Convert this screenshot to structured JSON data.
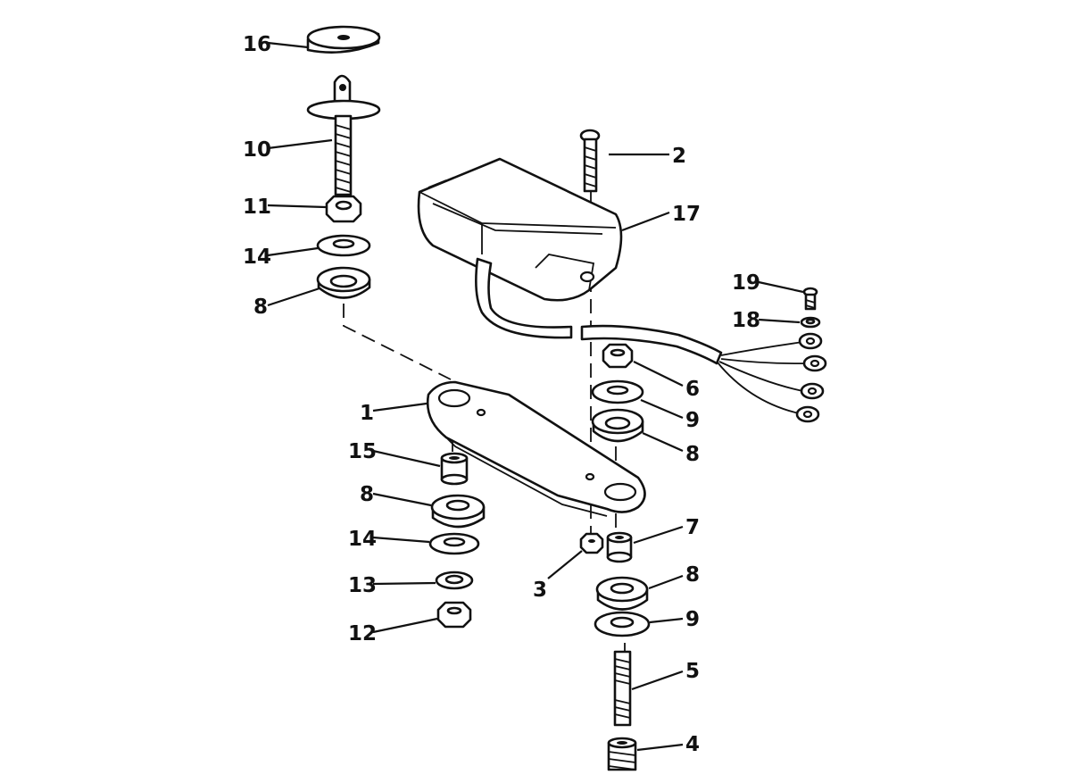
{
  "diagram": {
    "callouts": [
      {
        "id": "callout-1",
        "label": "1"
      },
      {
        "id": "callout-2",
        "label": "2"
      },
      {
        "id": "callout-3",
        "label": "3"
      },
      {
        "id": "callout-4",
        "label": "4"
      },
      {
        "id": "callout-5",
        "label": "5"
      },
      {
        "id": "callout-6",
        "label": "6"
      },
      {
        "id": "callout-7",
        "label": "7"
      },
      {
        "id": "callout-8a",
        "label": "8"
      },
      {
        "id": "callout-8b",
        "label": "8"
      },
      {
        "id": "callout-8c",
        "label": "8"
      },
      {
        "id": "callout-8d",
        "label": "8"
      },
      {
        "id": "callout-9a",
        "label": "9"
      },
      {
        "id": "callout-9b",
        "label": "9"
      },
      {
        "id": "callout-10",
        "label": "10"
      },
      {
        "id": "callout-11",
        "label": "11"
      },
      {
        "id": "callout-12",
        "label": "12"
      },
      {
        "id": "callout-13",
        "label": "13"
      },
      {
        "id": "callout-14a",
        "label": "14"
      },
      {
        "id": "callout-14b",
        "label": "14"
      },
      {
        "id": "callout-15",
        "label": "15"
      },
      {
        "id": "callout-16",
        "label": "16"
      },
      {
        "id": "callout-17",
        "label": "17"
      },
      {
        "id": "callout-18",
        "label": "18"
      },
      {
        "id": "callout-19",
        "label": "19"
      }
    ]
  }
}
